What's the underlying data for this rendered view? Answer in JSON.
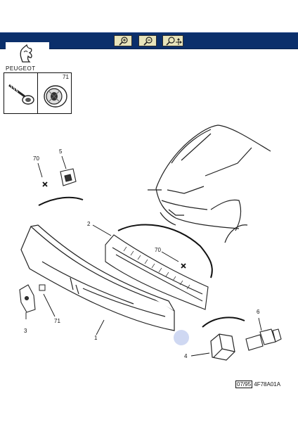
{
  "toolbar": {
    "buttons": [
      {
        "name": "zoom-in-icon"
      },
      {
        "name": "zoom-out-icon"
      },
      {
        "name": "zoom-pan-icon"
      }
    ]
  },
  "brand": "PEUGEOT",
  "legend": {
    "items": [
      {
        "number": "71",
        "icon": "screw-icon"
      },
      {
        "number": "",
        "icon": "clip-nut-icon"
      }
    ]
  },
  "labels": {
    "p70a": "70",
    "p5": "5",
    "p2": "2",
    "p70b": "70",
    "p3": "3",
    "p71": "71",
    "p1": "1",
    "p6": "6",
    "p4": "4"
  },
  "reference": {
    "date": "07/95",
    "code": "4F78A01A"
  },
  "colors": {
    "toolbar": "#0b2f6b",
    "button": "#e8e4bb",
    "highlight": "#cfd8f2"
  }
}
